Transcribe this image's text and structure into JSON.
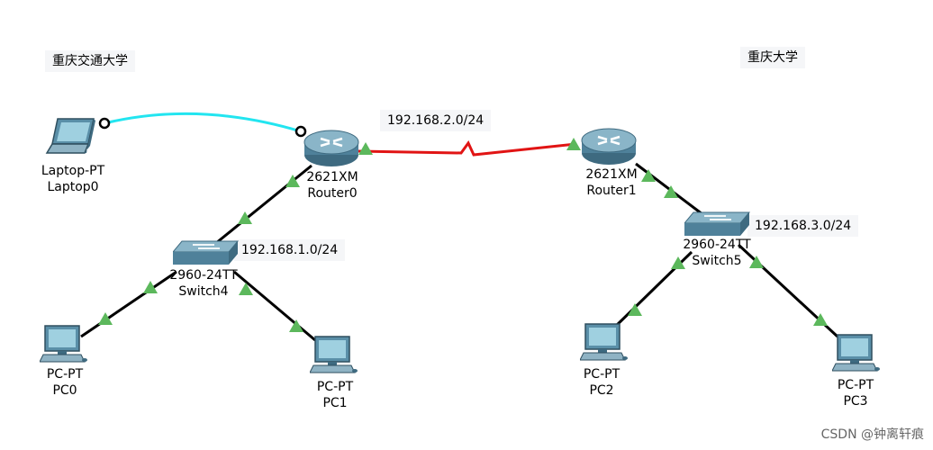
{
  "areas": {
    "left": "重庆交通大学",
    "right": "重庆大学"
  },
  "networks": {
    "wan": "192.168.2.0/24",
    "lan_left": "192.168.1.0/24",
    "lan_right": "192.168.3.0/24"
  },
  "devices": {
    "laptop0": {
      "model": "Laptop-PT",
      "name": "Laptop0"
    },
    "router0": {
      "model": "2621XM",
      "name": "Router0"
    },
    "router1": {
      "model": "2621XM",
      "name": "Router1"
    },
    "switch4": {
      "model": "2960-24TT",
      "name": "Switch4"
    },
    "switch5": {
      "model": "2960-24TT",
      "name": "Switch5"
    },
    "pc0": {
      "model": "PC-PT",
      "name": "PC0"
    },
    "pc1": {
      "model": "PC-PT",
      "name": "PC1"
    },
    "pc2": {
      "model": "PC-PT",
      "name": "PC2"
    },
    "pc3": {
      "model": "PC-PT",
      "name": "PC3"
    }
  },
  "colors": {
    "console_cable": "#22e5f0",
    "serial_cable": "#e11414",
    "ethernet_cable": "#000000",
    "link_up": "#5cb85c",
    "device_body": "#5a8fa8"
  },
  "watermark": "CSDN @钟离轩痕"
}
